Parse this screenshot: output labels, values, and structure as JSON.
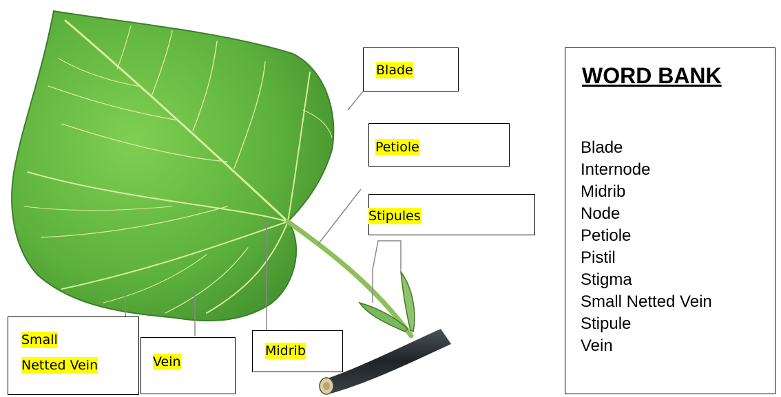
{
  "labels": {
    "blade": "Blade",
    "petiole": "Petiole",
    "stipules": "Stipules",
    "small_line1": "Small",
    "small_line2": "Netted Vein",
    "vein": "Vein",
    "midrib": "Midrib"
  },
  "word_bank": {
    "title": "WORD BANK",
    "items": [
      "Blade",
      "Internode",
      "Midrib",
      "Node",
      "Petiole",
      "Pistil",
      "Stigma",
      "Small Netted Vein",
      "Stipule",
      "Vein"
    ]
  },
  "colors": {
    "highlight": "#ffff00",
    "leaf": "#6fc44a",
    "leaf_dark": "#3f8a2c",
    "vein": "#d9ec9a",
    "stem": "#2a2f33"
  }
}
